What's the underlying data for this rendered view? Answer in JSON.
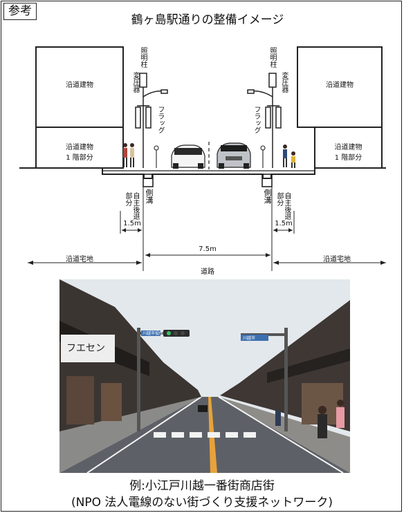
{
  "tag": "参考",
  "title": "鶴ヶ島駅通りの整備イメージ",
  "diagram": {
    "building_left_top": "沿道建物",
    "building_left_bottom": [
      "沿道建物",
      "1 階部分"
    ],
    "building_right_top": "沿道建物",
    "building_right_bottom": [
      "沿道建物",
      "1 階部分"
    ],
    "lamp_post": "照明柱",
    "transformer": "変圧器",
    "flag": "フラッグ",
    "gutter": "側溝",
    "setback": "自主後退部分",
    "setback_width": "1.5m",
    "road_width": "7.5m",
    "road_label": "道路",
    "private_land": "沿道宅地"
  },
  "photo": {
    "shop_sign_text": "フエセン",
    "signal_sign_left": "川越市役所",
    "signal_sign_right": "川越市"
  },
  "caption": {
    "line1": "例:小江戸川越一番街商店街",
    "line2": "(NPO 法人電線のない街づくり支援ネットワーク)"
  },
  "colors": {
    "ink": "#222222",
    "sky": "#dfe6ec",
    "road": "#5d6167",
    "center_line": "#e9a23a"
  }
}
